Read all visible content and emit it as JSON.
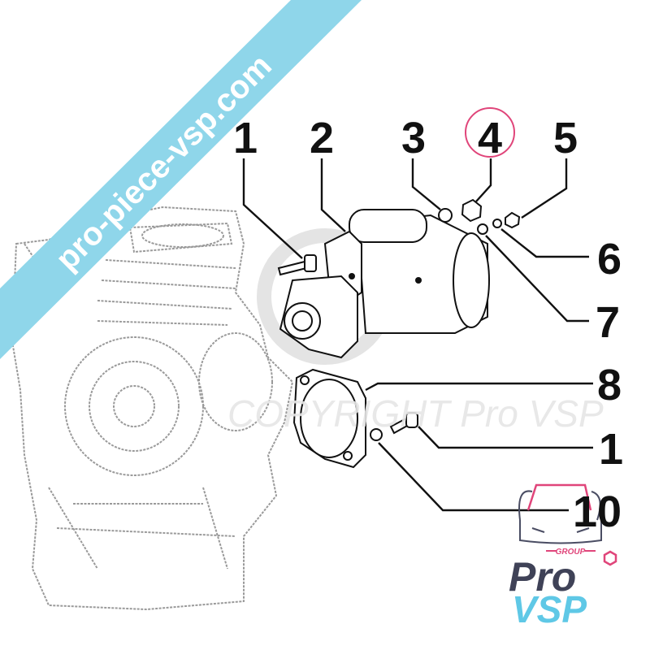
{
  "banner": {
    "text": "pro-piece-vsp.com",
    "color": "#8fd6ea"
  },
  "watermark": {
    "text": "COPYRIGHT Pro VSP"
  },
  "callouts": [
    {
      "id": "1",
      "label": "1"
    },
    {
      "id": "2",
      "label": "2"
    },
    {
      "id": "3",
      "label": "3"
    },
    {
      "id": "4",
      "label": "4",
      "highlighted": true,
      "highlight_color": "#e0457a"
    },
    {
      "id": "5",
      "label": "5"
    },
    {
      "id": "6",
      "label": "6"
    },
    {
      "id": "7",
      "label": "7"
    },
    {
      "id": "8",
      "label": "8"
    },
    {
      "id": "1b",
      "label": "1"
    },
    {
      "id": "10",
      "label": "10"
    }
  ],
  "logo": {
    "group": "GROUP",
    "line1": "Pro",
    "line2": "VSP",
    "colors": {
      "pro": "#3f4257",
      "vsp": "#5fc8e6",
      "accent": "#e0457a"
    }
  }
}
